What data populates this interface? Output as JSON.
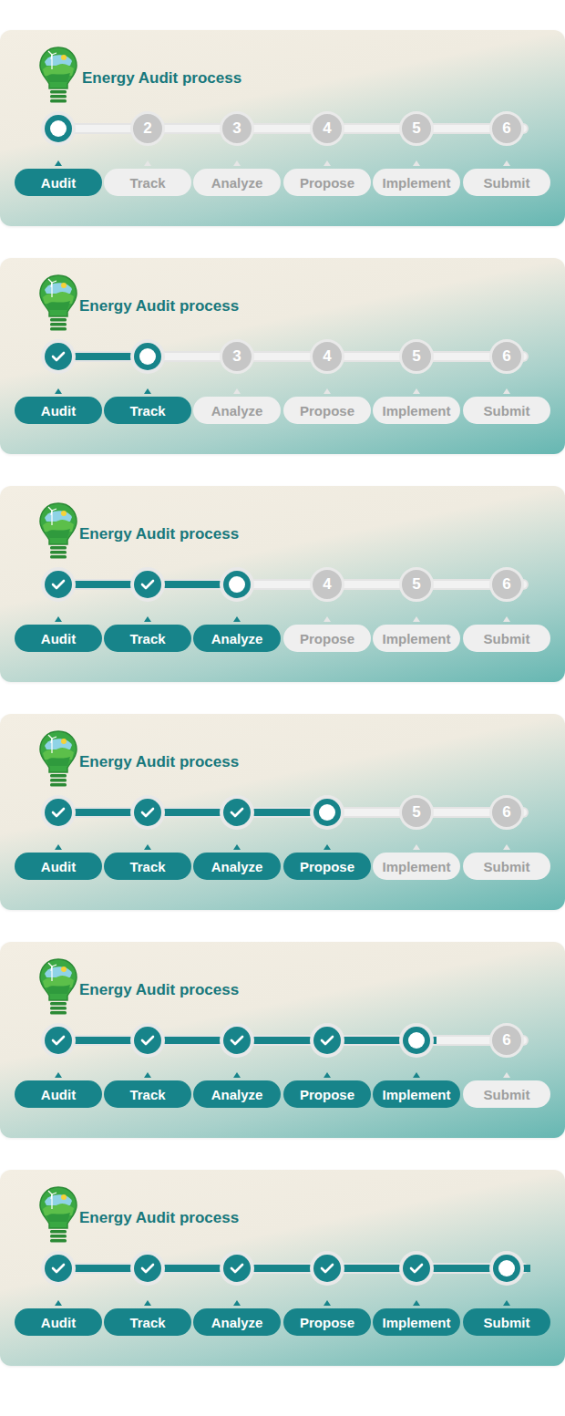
{
  "diagram": {
    "nodes": [
      {
        "text": [
          "Energy Audit process"
        ]
      },
      {
        "text": [
          "2"
        ],
        "in": 0
      },
      {
        "text": [
          "3"
        ],
        "in": 0
      },
      {
        "text": [
          "4"
        ],
        "in": 0
      },
      {
        "text": [
          "5"
        ],
        "in": 0
      },
      {
        "text": [
          "6"
        ],
        "in": 0
      },
      {
        "text": [
          "Audit"
        ],
        "in": 0
      },
      {
        "text": [
          "Track"
        ],
        "in": 0
      },
      {
        "text": [
          "Analyze"
        ],
        "in": 0
      },
      {
        "text": [
          "Propose"
        ],
        "in": 0
      },
      {
        "text": [
          "Implement"
        ],
        "in": 0
      },
      {
        "text": [
          "Submit"
        ],
        "in": 0
      },
      {
        "text": [
          "Energy Audit process"
        ]
      },
      {
        "text": [
          "3"
        ],
        "in": 12
      },
      {
        "text": [
          "4"
        ],
        "in": 12
      },
      {
        "text": [
          "5"
        ],
        "in": 12
      },
      {
        "text": [
          "6"
        ],
        "in": 12
      },
      {
        "text": [
          "Audit"
        ],
        "in": 12
      },
      {
        "text": [
          "Track"
        ],
        "in": 12
      },
      {
        "text": [
          "Analyze"
        ],
        "in": 12
      },
      {
        "text": [
          "Propose"
        ],
        "in": 12
      },
      {
        "text": [
          "Implement"
        ],
        "in": 12
      },
      {
        "text": [
          "Submit"
        ],
        "in": 12
      },
      {
        "text": [
          "Energy Audit process"
        ]
      },
      {
        "text": [
          "4"
        ],
        "in": 23
      },
      {
        "text": [
          "5"
        ],
        "in": 23
      },
      {
        "text": [
          "6"
        ],
        "in": 23
      },
      {
        "text": [
          "Audit"
        ],
        "in": 23
      },
      {
        "text": [
          "Track"
        ],
        "in": 23
      },
      {
        "text": [
          "Analyze"
        ],
        "in": 23
      },
      {
        "text": [
          "Propose"
        ],
        "in": 23
      },
      {
        "text": [
          "Implement"
        ],
        "in": 23
      },
      {
        "text": [
          "Submit"
        ],
        "in": 23
      },
      {
        "text": [
          "Energy Audit process"
        ]
      },
      {
        "text": [
          "5"
        ],
        "in": 33
      },
      {
        "text": [
          "6"
        ],
        "in": 33
      },
      {
        "text": [
          "Audit"
        ],
        "in": 33
      },
      {
        "text": [
          "Track"
        ],
        "in": 33
      },
      {
        "text": [
          "Analyze"
        ],
        "in": 33
      },
      {
        "text": [
          "Propose"
        ],
        "in": 33
      },
      {
        "text": [
          "Implement"
        ],
        "in": 33
      },
      {
        "text": [
          "Submit"
        ],
        "in": 33
      },
      {
        "text": [
          "Energy Audit process"
        ]
      },
      {
        "text": [
          "6"
        ],
        "in": 42
      },
      {
        "text": [
          "Audit"
        ],
        "in": 42
      },
      {
        "text": [
          "Track"
        ],
        "in": 42
      },
      {
        "text": [
          "Analyze"
        ],
        "in": 42
      },
      {
        "text": [
          "Propose"
        ],
        "in": 42
      },
      {
        "text": [
          "Implement"
        ],
        "in": 42
      },
      {
        "text": [
          "Submit"
        ],
        "in": 42
      },
      {
        "text": [
          "Energy Audit process"
        ]
      },
      {
        "text": [
          "Audit"
        ],
        "in": 50
      },
      {
        "text": [
          "Track"
        ],
        "in": 50
      },
      {
        "text": [
          "Analyze"
        ],
        "in": 50
      },
      {
        "text": [
          "Propose"
        ],
        "in": 50
      },
      {
        "text": [
          "Implement"
        ],
        "in": 50
      },
      {
        "text": [
          "Submit"
        ],
        "in": 50
      }
    ]
  }
}
